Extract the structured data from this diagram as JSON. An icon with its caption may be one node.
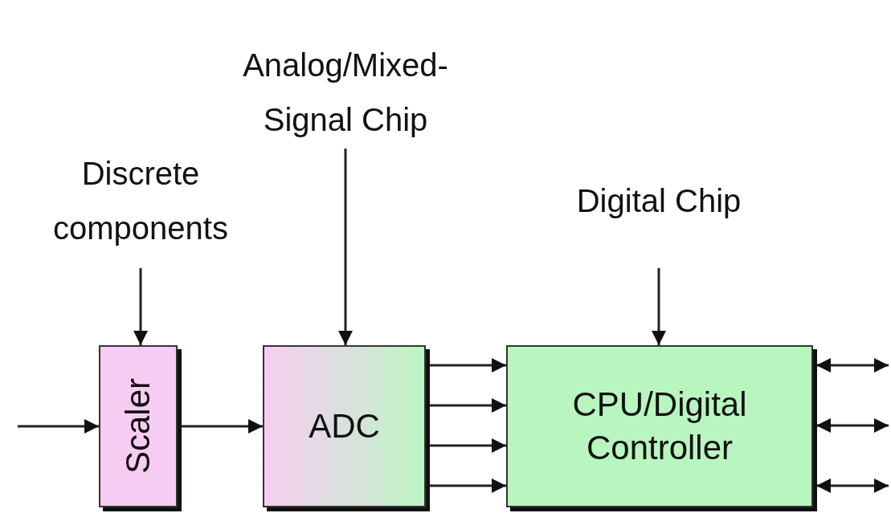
{
  "diagram": {
    "nodes": [
      {
        "text": [
          "Discrete components"
        ]
      },
      {
        "text": [
          "Analog/Mixed-Signal Chip"
        ]
      },
      {
        "text": [
          "Digital Chip"
        ]
      },
      {
        "text": [
          "Scaler"
        ]
      },
      {
        "text": [
          "ADC"
        ]
      },
      {
        "text": [
          "CPU/Digital Controller"
        ]
      }
    ],
    "edges": [
      {
        "from": 0,
        "to": 3,
        "arrow": "to"
      },
      {
        "from": 1,
        "to": 4,
        "arrow": "to"
      },
      {
        "from": 2,
        "to": 5,
        "arrow": "to"
      },
      {
        "from": null,
        "to": 3,
        "arrow": "to"
      },
      {
        "from": 3,
        "to": 4,
        "arrow": "to"
      },
      {
        "from": 4,
        "to": 5,
        "arrow": "to"
      },
      {
        "from": 4,
        "to": 5,
        "arrow": "to"
      },
      {
        "from": 4,
        "to": 5,
        "arrow": "to"
      },
      {
        "from": 4,
        "to": 5,
        "arrow": "to"
      },
      {
        "from": 5,
        "to": null,
        "arrow": "both"
      },
      {
        "from": 5,
        "to": null,
        "arrow": "both"
      },
      {
        "from": 5,
        "to": null,
        "arrow": "both"
      }
    ]
  }
}
